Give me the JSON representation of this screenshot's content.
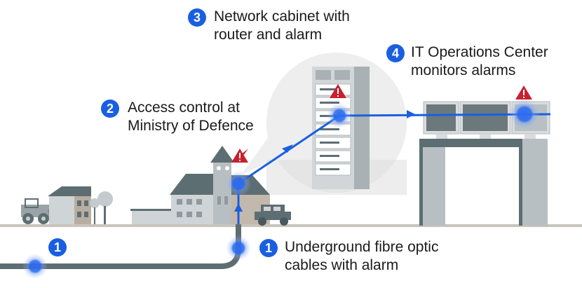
{
  "title": "Fibre optic alarm monitoring chain",
  "colors": {
    "accent": "#1a5fe0",
    "alarm": "#c8202e",
    "cable": "#5d6e73",
    "ground": "#c9c4bc",
    "building": "#b8bfc2"
  },
  "steps": [
    {
      "number": "1",
      "label_line1": "Underground fibre optic",
      "label_line2": "cables with alarm"
    },
    {
      "number": "2",
      "label_line1": "Access control at",
      "label_line2": "Ministry of Defence"
    },
    {
      "number": "3",
      "label_line1": "Network cabinet with",
      "label_line2": "router and alarm"
    },
    {
      "number": "4",
      "label_line1": "IT Operations Center",
      "label_line2": "monitors alarms"
    }
  ],
  "extra_badge": "1",
  "icons": {
    "alarm": "warning-triangle-icon",
    "signal": "pulse-node-icon"
  }
}
